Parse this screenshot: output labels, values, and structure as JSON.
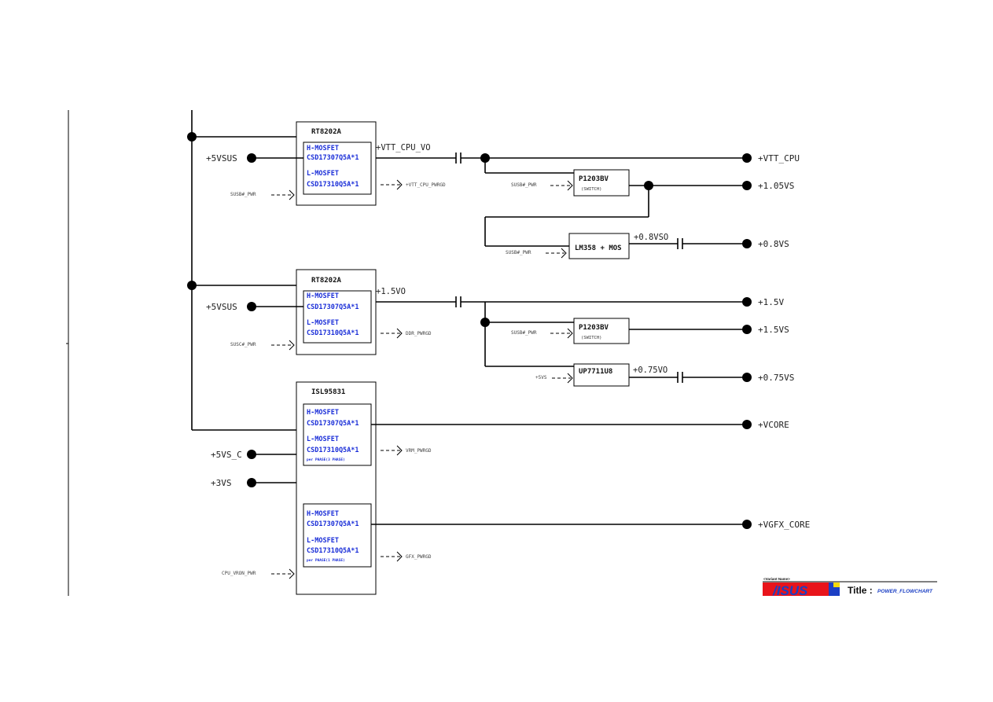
{
  "chips": {
    "rt8202a_top": "RT8202A",
    "rt8202a_mid": "RT8202A",
    "isl95831": "ISL95831",
    "p1203bv_top": "P1203BV",
    "p1203bv_mid": "P1203BV",
    "lm358": "LM358 + MOS",
    "up7711u8": "UP7711U8",
    "switch_note": "(SWITCH)"
  },
  "mosfets": {
    "h_label": "H-MOSFET",
    "h_part": "CSD17307Q5A*1",
    "l_label": "L-MOSFET",
    "l_part": "CSD17310Q5A*1",
    "per_phase_3": "per PHASE(3 PHASE)",
    "per_phase_1": "per PHASE(1 PHASE)"
  },
  "inputs": {
    "p5vsus_1": "+5VSUS",
    "p5vsus_2": "+5VSUS",
    "p5vs_c": "+5VS_C",
    "p3vs": "+3VS"
  },
  "nets": {
    "vtt_cpu_vo": "+VTT_CPU_VO",
    "v08vso": "+0.8VSO",
    "v15vo": "+1.5VO",
    "v075vo": "+0.75VO"
  },
  "outputs": {
    "vtt_cpu": "+VTT_CPU",
    "v105vs": "+1.05VS",
    "v08vs": "+0.8VS",
    "v15v": "+1.5V",
    "v15vs": "+1.5VS",
    "v075vs": "+0.75VS",
    "vcore": "+VCORE",
    "vgfx_core": "+VGFX_CORE"
  },
  "signals": {
    "susb_pwr_1": "SUSB#_PWR",
    "susb_pwr_2": "SUSB#_PWR",
    "susb_pwr_3": "SUSB#_PWR",
    "susb_pwr_4": "SUSB#_PWR",
    "susc_pwr": "SUSC#_PWR",
    "vs5": "+5VS",
    "cpu_vron_pwr": "CPU_VRON_PWR",
    "vtt_cpu_pwrgd": "+VTT_CPU_PWRGD",
    "ddr_pwrgd": "DDR_PWRGD",
    "vrm_pwrgd": "VRM_PWRGD",
    "gfx_pwrgd": "GFX_PWRGD"
  },
  "title_block": {
    "variant_label": "<Variant Name>",
    "brand": "/ISUS",
    "title_label": "Title :",
    "title_value": "POWER_FLOWCHART",
    "brand_colors": {
      "red": "#e8141b",
      "blue": "#1b3fc4",
      "yellow": "#f5d90a"
    }
  }
}
